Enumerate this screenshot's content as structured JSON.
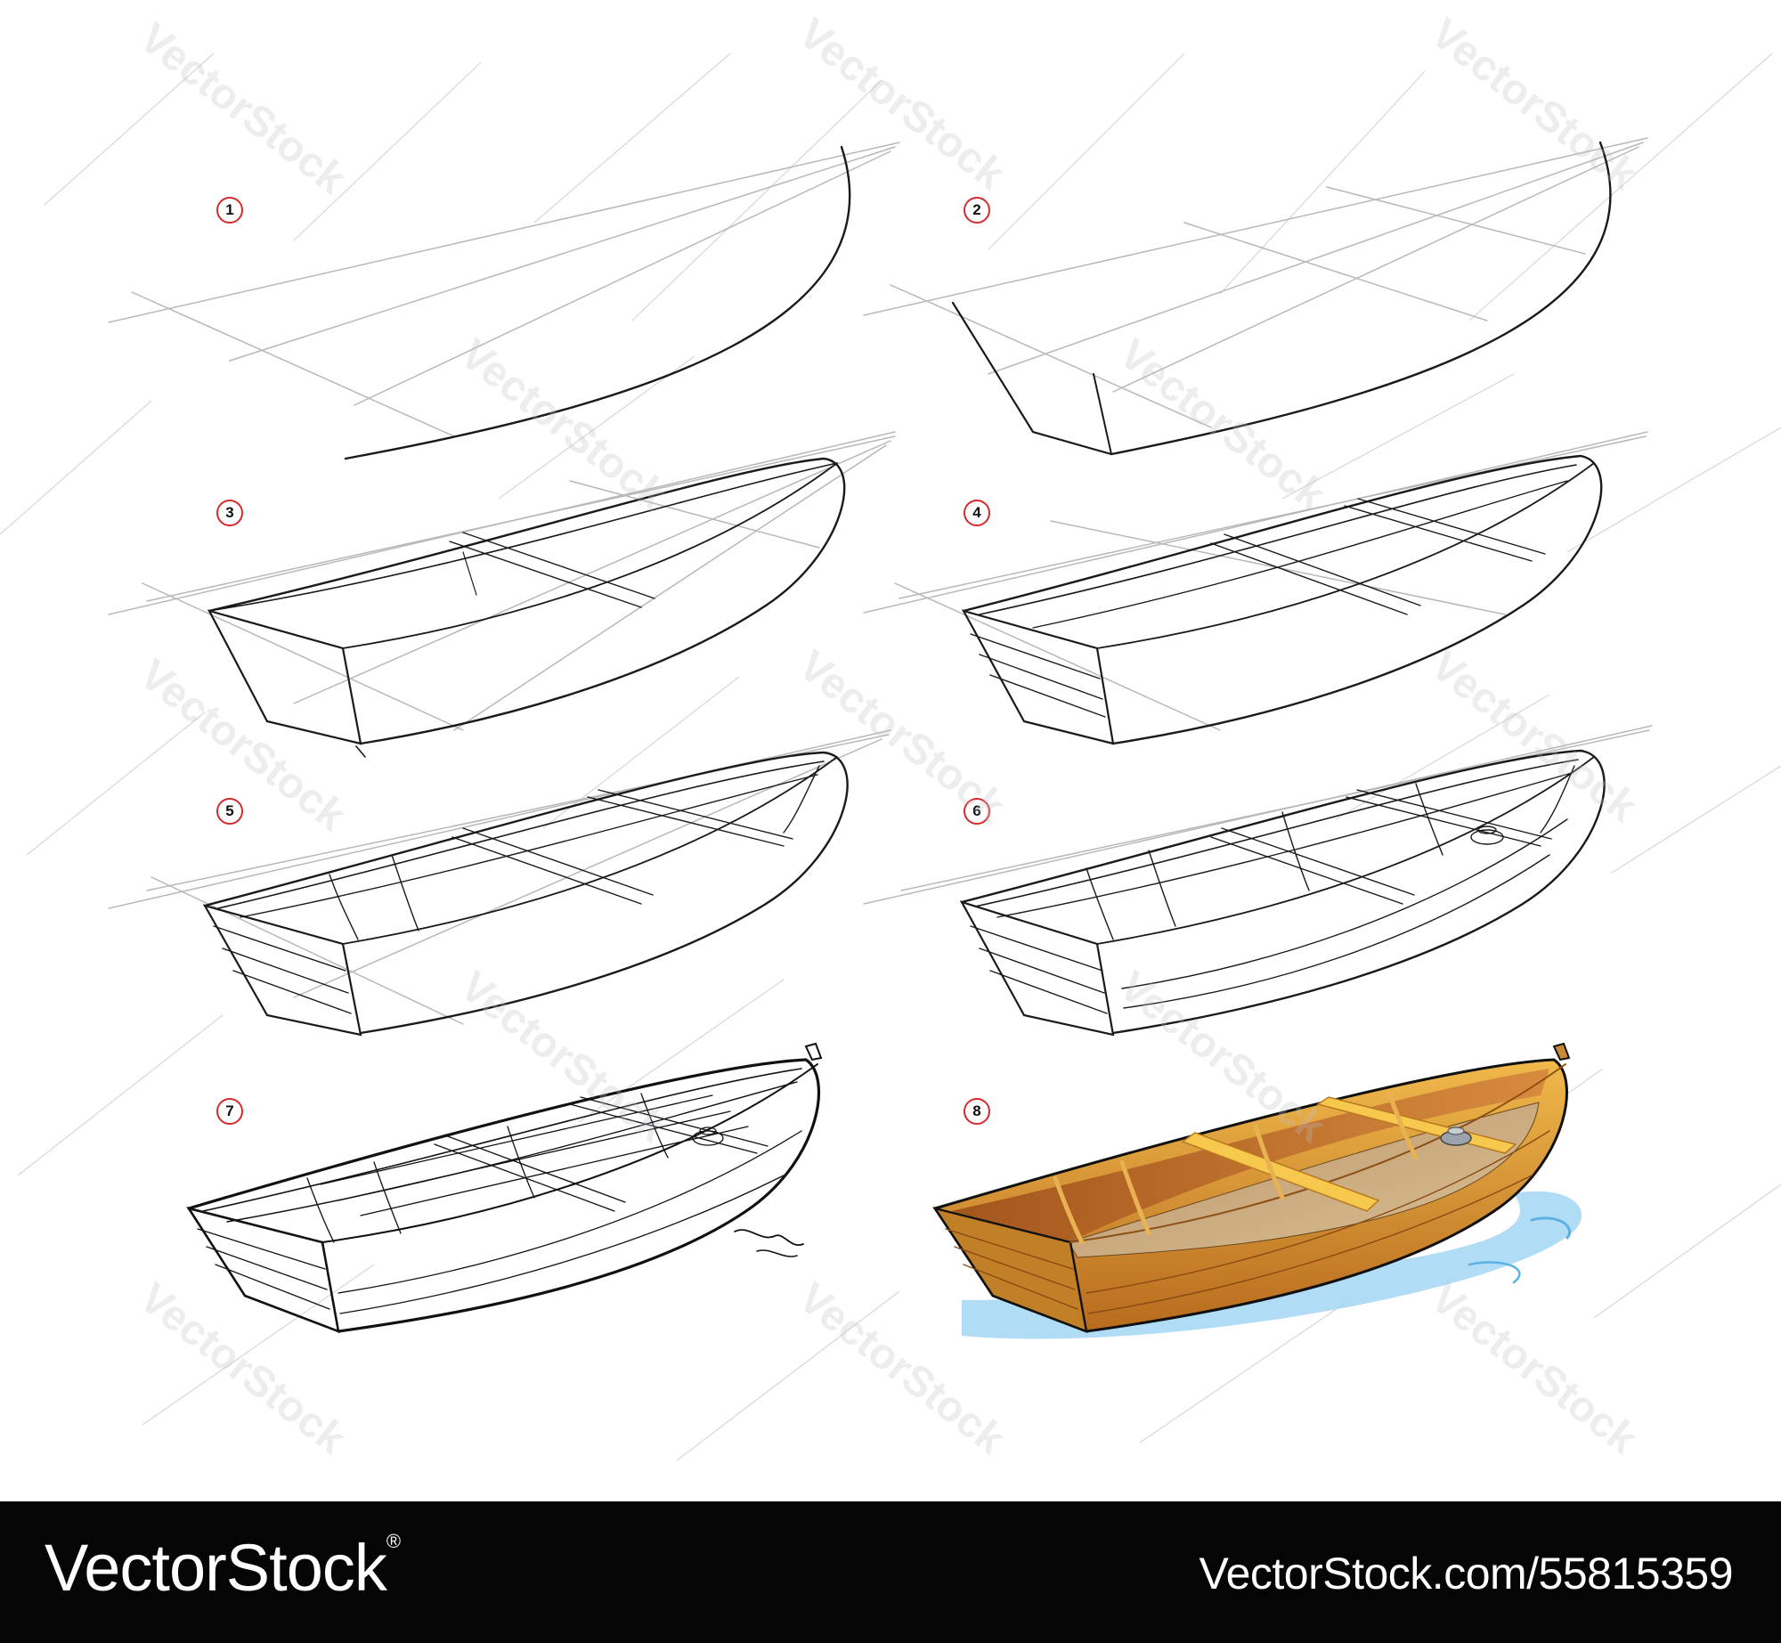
{
  "steps": [
    "1",
    "2",
    "3",
    "4",
    "5",
    "6",
    "7",
    "8"
  ],
  "watermark_text": "VectorStock",
  "footer": {
    "brand": "VectorStock",
    "registered_mark": "®",
    "image_code": "VectorStock.com/55815359"
  },
  "colors": {
    "badge_ring": "#d62b2b",
    "sketch_line": "#111111",
    "guide_line": "#b8b8b8",
    "wood_light": "#f2c35c",
    "wood_mid": "#d9962f",
    "wood_dark": "#a25a18",
    "floor": "#c9a776",
    "water": "#9fd3f2",
    "footer_bg": "#050505"
  }
}
